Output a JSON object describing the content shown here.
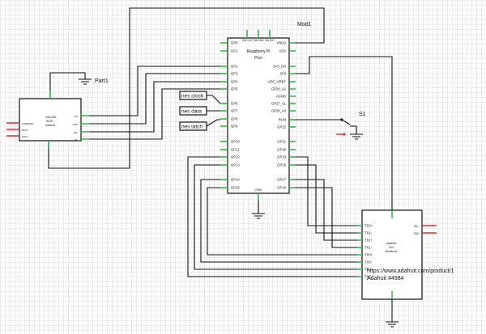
{
  "pico": {
    "ref": "Mod1",
    "title_line1": "Raspberry Pi",
    "title_line2": "Pico",
    "top_pins": [
      "SW CLK",
      "SW GND",
      "SW DIO"
    ],
    "left_pins": [
      "GP0",
      "GP1",
      "GP2",
      "GP3",
      "GP4",
      "GP5",
      "GP6",
      "GP7",
      "GP8",
      "GP9",
      "GP10",
      "GP11",
      "GP12",
      "GP13",
      "GP14",
      "GP15"
    ],
    "right_pins": [
      "VBUS",
      "VSS",
      "3V3_EN",
      "3V3",
      "ADC_VREF",
      "GP28_A2",
      "AGND",
      "GP27_A1",
      "GP26_A0",
      "RUN",
      "GP22",
      "GP21",
      "GP20",
      "GP19",
      "GP18",
      "GP17",
      "GP16"
    ],
    "bottom_label": "GND"
  },
  "sd": {
    "ref": "Part1",
    "title_line1": "microSD",
    "title_line2": "SDIO",
    "title_line3": "Adafruit",
    "left_pins": [
      "CARDDET",
      "DAT1",
      "DAT1"
    ],
    "right_pins": [
      "CS",
      "SCK",
      "DO",
      "DI"
    ]
  },
  "nes_labels": [
    "nes clock",
    "nes data",
    "nes latch"
  ],
  "switch": {
    "ref": "S1"
  },
  "dvi": {
    "title_line1": "Adafruit",
    "title_line2": "DVI",
    "title_line3": "Breakout",
    "url": "https://www.adafruit.com/product/1",
    "product": "Adafruit #4984",
    "left_pins": [
      "TX2+",
      "TX2-",
      "TX1+",
      "TX1-",
      "TX0+",
      "TX0-",
      "TXC+",
      "TXC-"
    ],
    "right_pins": [
      "SCL",
      "SDA"
    ]
  }
}
